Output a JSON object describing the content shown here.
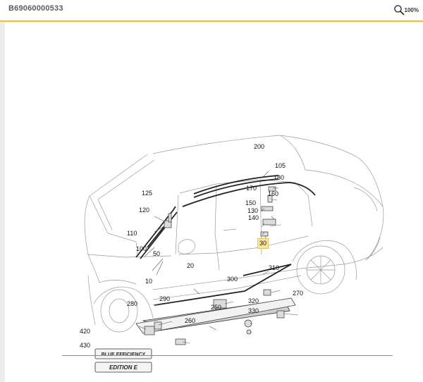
{
  "header": {
    "doc_id": "B69060000533",
    "zoom": "100%",
    "zoom_icon": "magnifier-icon",
    "accent_color": "#f0c419"
  },
  "diagram": {
    "callouts": [
      {
        "id": "200",
        "label": "200"
      },
      {
        "id": "105",
        "label": "105"
      },
      {
        "id": "180",
        "label": "180"
      },
      {
        "id": "170",
        "label": "170"
      },
      {
        "id": "160",
        "label": "160"
      },
      {
        "id": "150",
        "label": "150"
      },
      {
        "id": "130",
        "label": "130"
      },
      {
        "id": "140",
        "label": "140"
      },
      {
        "id": "125",
        "label": "125"
      },
      {
        "id": "120",
        "label": "120"
      },
      {
        "id": "110",
        "label": "110"
      },
      {
        "id": "100",
        "label": "100"
      },
      {
        "id": "50",
        "label": "50"
      },
      {
        "id": "30",
        "label": "30",
        "highlighted": true
      },
      {
        "id": "20",
        "label": "20"
      },
      {
        "id": "10",
        "label": "10"
      },
      {
        "id": "310",
        "label": "310"
      },
      {
        "id": "300",
        "label": "300"
      },
      {
        "id": "270",
        "label": "270"
      },
      {
        "id": "290",
        "label": "290"
      },
      {
        "id": "280",
        "label": "280"
      },
      {
        "id": "250",
        "label": "250"
      },
      {
        "id": "320",
        "label": "320"
      },
      {
        "id": "330",
        "label": "330"
      },
      {
        "id": "260",
        "label": "260"
      },
      {
        "id": "420",
        "label": "420"
      },
      {
        "id": "430",
        "label": "430"
      }
    ],
    "badges": {
      "blue_efficiency": "BLUE EFFICIENCY",
      "edition": "EDITION E"
    },
    "highlight_color": "#fbe6a0"
  }
}
